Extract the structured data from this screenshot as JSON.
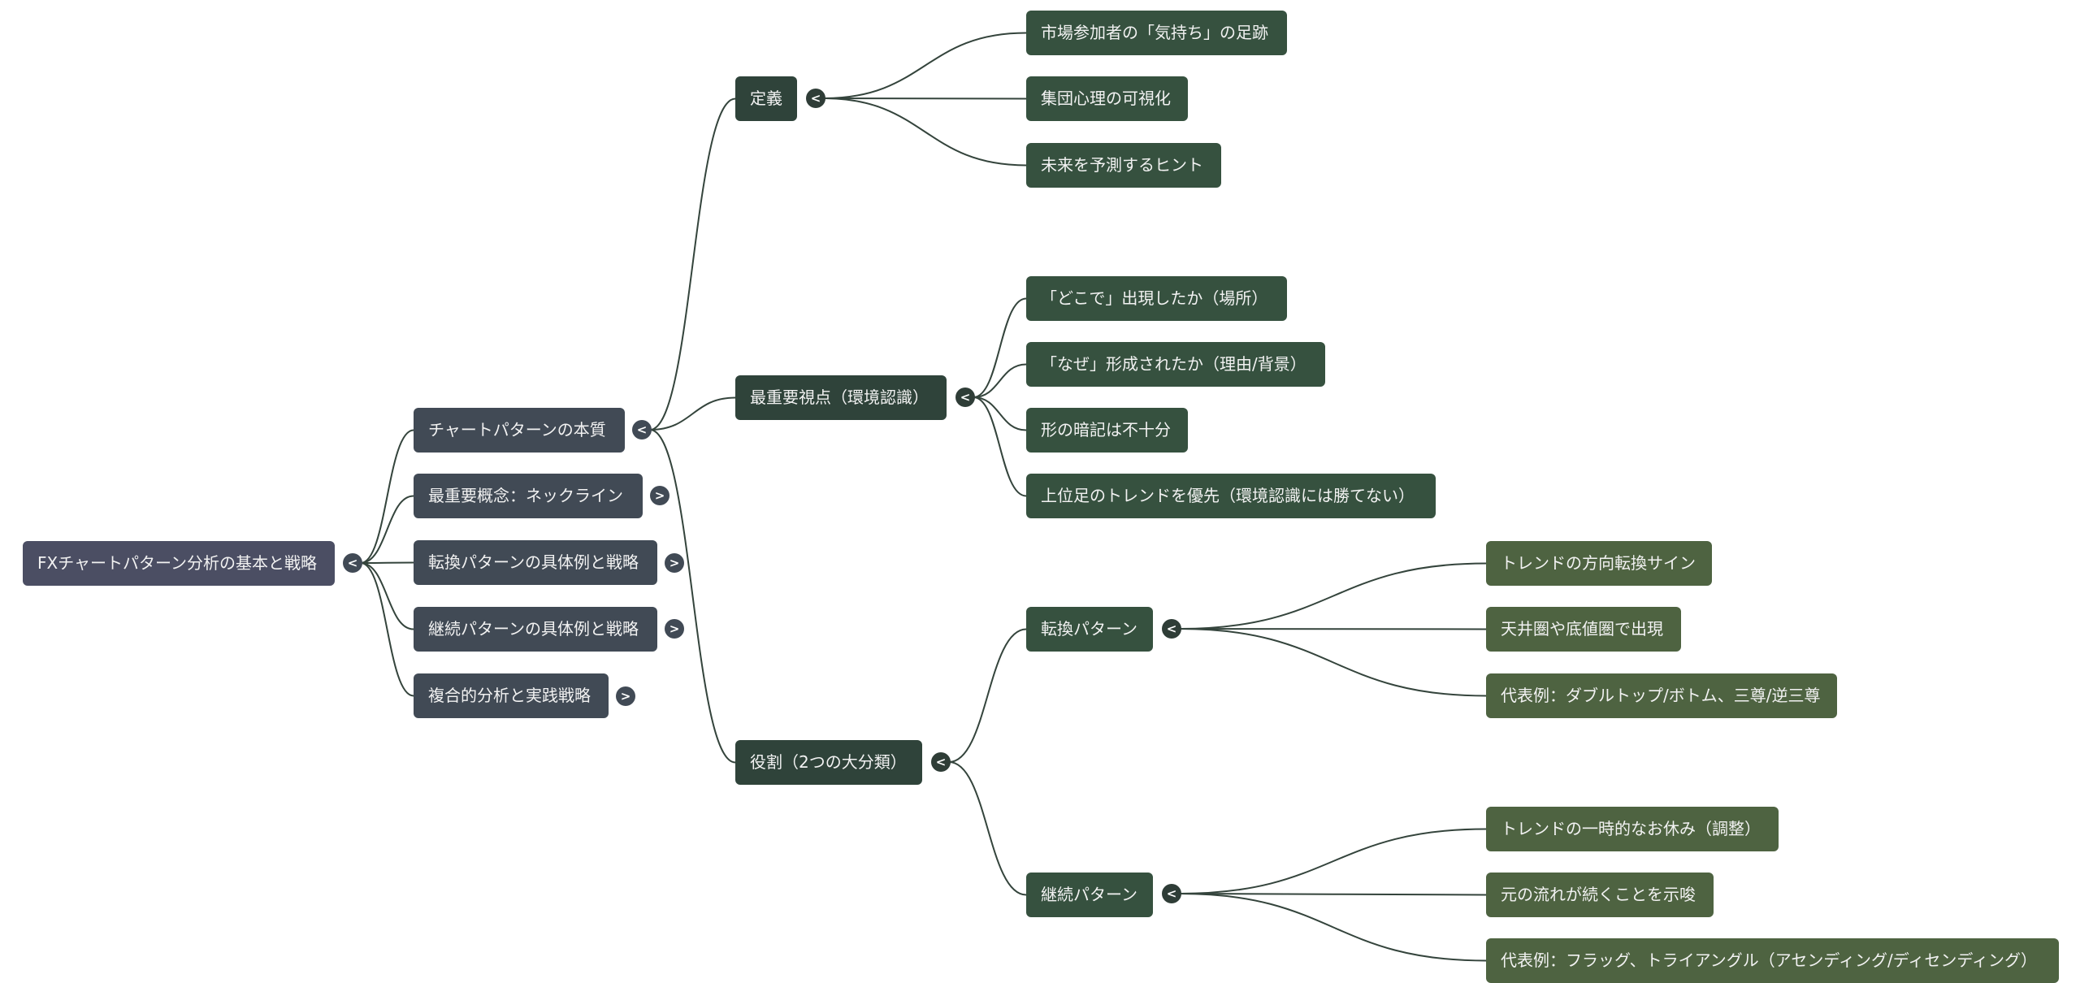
{
  "root": {
    "label": "FXチャートパターン分析の基本と戦略",
    "toggle": "<"
  },
  "level1": [
    {
      "label": "チャートパターンの本質",
      "toggle": "<"
    },
    {
      "label": "最重要概念：ネックライン",
      "toggle": ">"
    },
    {
      "label": "転換パターンの具体例と戦略",
      "toggle": ">"
    },
    {
      "label": "継続パターンの具体例と戦略",
      "toggle": ">"
    },
    {
      "label": "複合的分析と実践戦略",
      "toggle": ">"
    }
  ],
  "essence": [
    {
      "label": "定義",
      "toggle": "<",
      "children": [
        "市場参加者の「気持ち」の足跡",
        "集団心理の可視化",
        "未来を予測するヒント"
      ]
    },
    {
      "label": "最重要視点（環境認識）",
      "toggle": "<",
      "children": [
        "「どこで」出現したか（場所）",
        "「なぜ」形成されたか（理由/背景）",
        "形の暗記は不十分",
        "上位足のトレンドを優先（環境認識には勝てない）"
      ]
    },
    {
      "label": "役割（2つの大分類）",
      "toggle": "<",
      "children": [
        {
          "label": "転換パターン",
          "toggle": "<",
          "children": [
            "トレンドの方向転換サイン",
            "天井圏や底値圏で出現",
            "代表例：ダブルトップ/ボトム、三尊/逆三尊"
          ]
        },
        {
          "label": "継続パターン",
          "toggle": "<",
          "children": [
            "トレンドの一時的なお休み（調整）",
            "元の流れが続くことを示唆",
            "代表例：フラッグ、トライアングル（アセンディング/ディセンディング）"
          ]
        }
      ]
    }
  ],
  "colors": {
    "root": "#4b4e63",
    "level1": "#414a55",
    "level2": "#2f433a",
    "level3": "#36513f",
    "level4": "#4e6341",
    "edge": "#34443c"
  }
}
